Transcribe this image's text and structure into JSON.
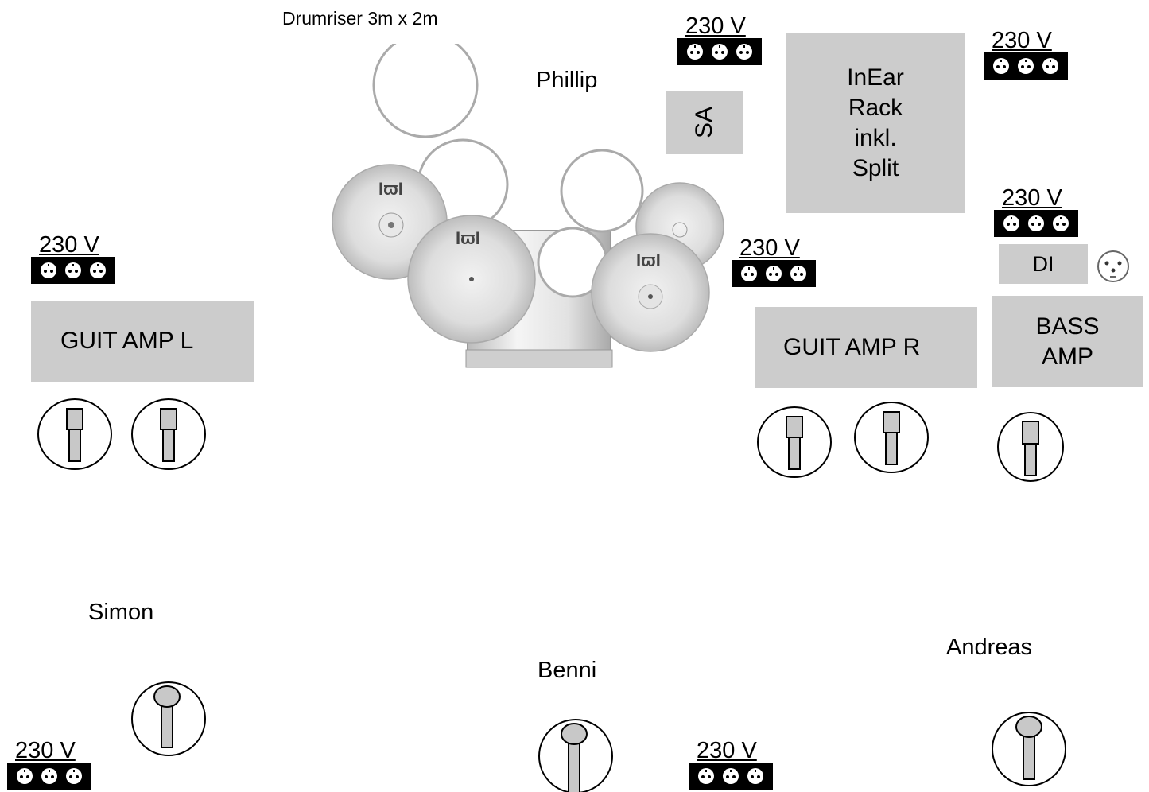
{
  "riser_label": "Drumriser 3m x 2m",
  "names": {
    "drummer": "Phillip",
    "left": "Simon",
    "center": "Benni",
    "right": "Andreas"
  },
  "equipment": {
    "sa": "SA",
    "inear_rack": "InEar Rack inkl. Split",
    "guit_amp_l": "GUIT AMP L",
    "guit_amp_r": "GUIT AMP R",
    "bass_amp": "BASS AMP",
    "di": "DI"
  },
  "power_label": "230 V",
  "colors": {
    "equipment_fill": "#cccccc",
    "power_strip": "#000000",
    "mic_fill": "#c8c8c8"
  },
  "icons": [
    "power-strip-icon",
    "instrument-mic-stand-icon",
    "vocal-mic-stand-icon",
    "xlr-connector-icon",
    "drum-kit-icon"
  ]
}
